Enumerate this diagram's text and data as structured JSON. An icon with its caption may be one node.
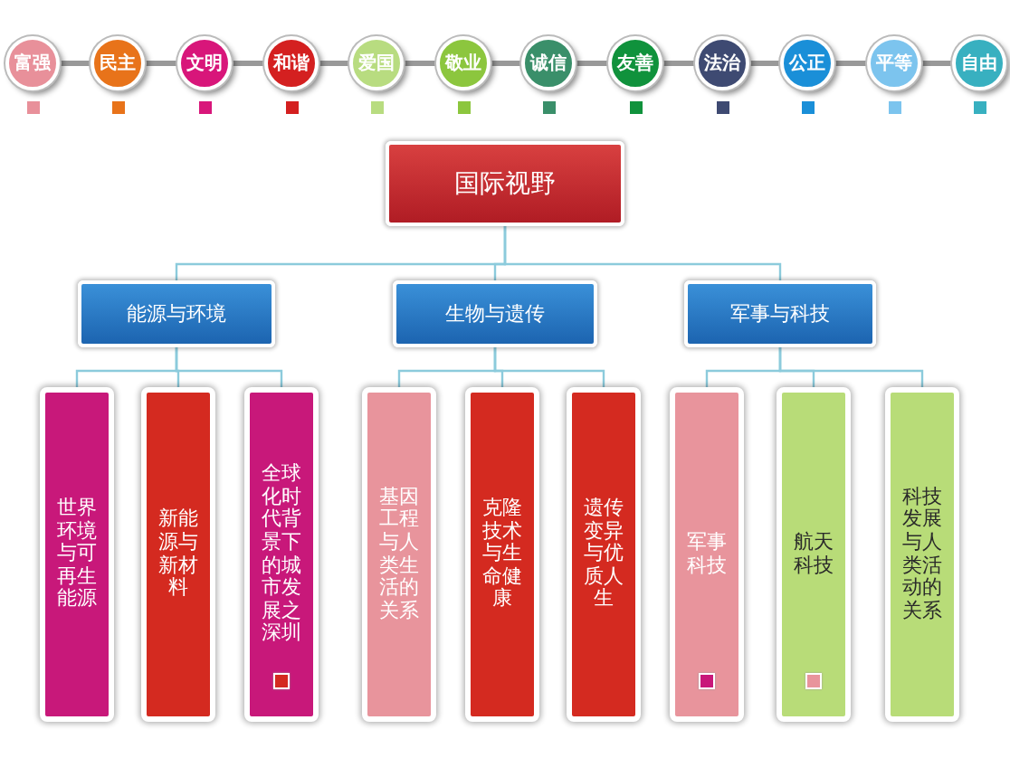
{
  "diagram": {
    "nodes": [
      {
        "text": [
          "富强"
        ]
      },
      {
        "text": [
          "民主"
        ]
      },
      {
        "text": [
          "文明"
        ]
      },
      {
        "text": [
          "和谐"
        ]
      },
      {
        "text": [
          "爱国"
        ]
      },
      {
        "text": [
          "敬业"
        ]
      },
      {
        "text": [
          "诚信"
        ]
      },
      {
        "text": [
          "友善"
        ]
      },
      {
        "text": [
          "法治"
        ]
      },
      {
        "text": [
          "公正"
        ]
      },
      {
        "text": [
          "平等"
        ]
      },
      {
        "text": [
          "自由"
        ]
      },
      {
        "text": [
          "国际视野"
        ]
      },
      {
        "text": [
          "能源与环境"
        ]
      },
      {
        "text": [
          "生物与遗传"
        ]
      },
      {
        "text": [
          "军事与科技"
        ]
      },
      {
        "text": [
          "世界环境与可再生能源"
        ]
      },
      {
        "text": [
          "新能源与新材料"
        ]
      },
      {
        "text": [
          "全球化时代背景下的城市发展之深圳"
        ]
      },
      {
        "text": [
          "基因工程与人类生活的关系"
        ]
      },
      {
        "text": [
          "克隆技术与生命健康"
        ]
      },
      {
        "text": [
          "遗传变异与优质人生"
        ]
      },
      {
        "text": [
          "军事科技"
        ]
      },
      {
        "text": [
          "航天科技"
        ]
      },
      {
        "text": [
          "科技发展与人类活动的关系"
        ]
      }
    ],
    "edges": [
      {
        "from": 0,
        "to": 1,
        "arrow": "none",
        "style": "thick",
        "color": "#999999"
      },
      {
        "from": 1,
        "to": 2,
        "arrow": "none",
        "style": "thick",
        "color": "#999999"
      },
      {
        "from": 2,
        "to": 3,
        "arrow": "none",
        "style": "thick",
        "color": "#999999"
      },
      {
        "from": 3,
        "to": 4,
        "arrow": "none",
        "style": "thick",
        "color": "#999999"
      },
      {
        "from": 4,
        "to": 5,
        "arrow": "none",
        "style": "thick",
        "color": "#999999"
      },
      {
        "from": 5,
        "to": 6,
        "arrow": "none",
        "style": "thick",
        "color": "#999999"
      },
      {
        "from": 6,
        "to": 7,
        "arrow": "none",
        "style": "thick",
        "color": "#999999"
      },
      {
        "from": 7,
        "to": 8,
        "arrow": "none",
        "style": "thick",
        "color": "#999999"
      },
      {
        "from": 8,
        "to": 9,
        "arrow": "none",
        "style": "thick",
        "color": "#999999"
      },
      {
        "from": 9,
        "to": 10,
        "arrow": "none",
        "style": "thick",
        "color": "#999999"
      },
      {
        "from": 10,
        "to": 11,
        "arrow": "none",
        "style": "thick",
        "color": "#999999"
      },
      {
        "from": 12,
        "to": 13,
        "arrow": "none"
      },
      {
        "from": 12,
        "to": 14,
        "arrow": "none"
      },
      {
        "from": 12,
        "to": 15,
        "arrow": "none"
      },
      {
        "from": 13,
        "to": 16,
        "arrow": "none"
      },
      {
        "from": 13,
        "to": 17,
        "arrow": "none"
      },
      {
        "from": 13,
        "to": 18,
        "arrow": "none"
      },
      {
        "from": 14,
        "to": 19,
        "arrow": "none"
      },
      {
        "from": 14,
        "to": 20,
        "arrow": "none"
      },
      {
        "from": 14,
        "to": 21,
        "arrow": "none"
      },
      {
        "from": 15,
        "to": 22,
        "arrow": "none"
      },
      {
        "from": 15,
        "to": 23,
        "arrow": "none"
      },
      {
        "from": 15,
        "to": 24,
        "arrow": "none"
      }
    ]
  }
}
